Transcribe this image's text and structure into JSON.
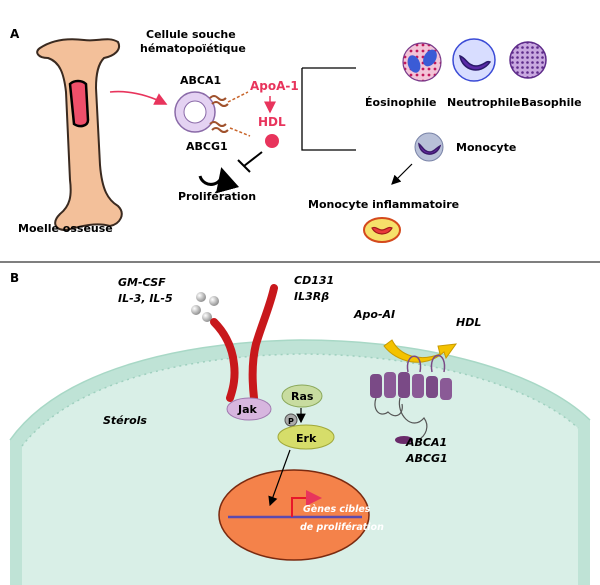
{
  "panel_a": {
    "letter": "A",
    "stem_cell_title_line1": "Cellule souche",
    "stem_cell_title_line2": "hématopoïétique",
    "abca1": "ABCA1",
    "abcg1": "ABCG1",
    "apoa1": "ApoA-1",
    "hdl": "HDL",
    "proliferation": "Prolifération",
    "bone_marrow": "Moelle osseuse",
    "eosinophil": "Éosinophile",
    "neutrophil": "Neutrophile",
    "basophil": "Basophile",
    "monocyte": "Monocyte",
    "inflammatory_monocyte": "Monocyte inflammatoire"
  },
  "panel_b": {
    "letter": "B",
    "gmcsf": "GM-CSF",
    "il35": "IL-3, IL-5",
    "cd131": "CD131",
    "il3rb": "IL3Rβ",
    "apoai": "Apo-AI",
    "hdl": "HDL",
    "jak": "Jak",
    "ras": "Ras",
    "p": "P",
    "erk": "Erk",
    "sterols": "Stérols",
    "abca1": "ABCA1",
    "abcg1": "ABCG1",
    "genes_line1": "Gènes cibles",
    "genes_line2": "de prolifération"
  },
  "colors": {
    "red_accent": "#e8345c",
    "receptor": "#c8181c",
    "membrane": "#bfe3d6",
    "nucleus": "#f4824a",
    "kinase": "#d7b6df",
    "abc_transporter": "#7a4a86",
    "arrow_yellow": "#f4c200"
  }
}
